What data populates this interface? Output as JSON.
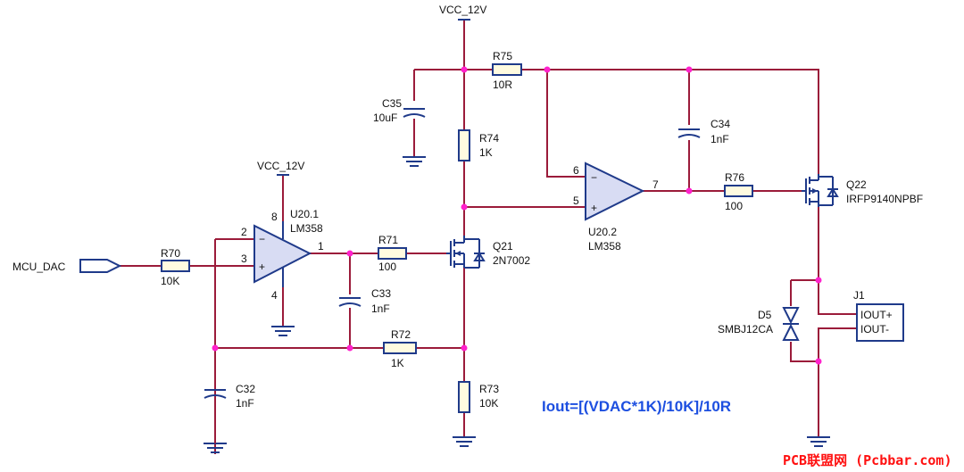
{
  "power": {
    "vcc_top": "VCC_12V",
    "vcc_left": "VCC_12V"
  },
  "net": {
    "mcu_dac": "MCU_DAC"
  },
  "resistors": {
    "r70": {
      "ref": "R70",
      "val": "10K"
    },
    "r71": {
      "ref": "R71",
      "val": "100"
    },
    "r72": {
      "ref": "R72",
      "val": "1K"
    },
    "r73": {
      "ref": "R73",
      "val": "10K"
    },
    "r74": {
      "ref": "R74",
      "val": "1K"
    },
    "r75": {
      "ref": "R75",
      "val": "10R"
    },
    "r76": {
      "ref": "R76",
      "val": "100"
    }
  },
  "capacitors": {
    "c32": {
      "ref": "C32",
      "val": "1nF"
    },
    "c33": {
      "ref": "C33",
      "val": "1nF"
    },
    "c34": {
      "ref": "C34",
      "val": "1nF"
    },
    "c35": {
      "ref": "C35",
      "val": "10uF"
    }
  },
  "opamps": {
    "u20_1": {
      "ref": "U20.1",
      "part": "LM358",
      "pin_in_neg": "2",
      "pin_in_pos": "3",
      "pin_out": "1",
      "pin_vcc": "8",
      "pin_gnd": "4"
    },
    "u20_2": {
      "ref": "U20.2",
      "part": "LM358",
      "pin_in_neg": "6",
      "pin_in_pos": "5",
      "pin_out": "7"
    }
  },
  "transistors": {
    "q21": {
      "ref": "Q21",
      "part": "2N7002"
    },
    "q22": {
      "ref": "Q22",
      "part": "IRFP9140NPBF"
    }
  },
  "diode": {
    "ref": "D5",
    "part": "SMBJ12CA"
  },
  "connector": {
    "ref": "J1",
    "pin1": "IOUT+",
    "pin2": "IOUT-"
  },
  "formula": "Iout=[(VDAC*1K)/10K]/10R",
  "watermark": "PCB联盟网 (Pcbbar.com)",
  "colors": {
    "wire": "#9b1b3a",
    "body": "#1f3a8a",
    "junction": "#ff22cc",
    "formula": "#1d4fe0",
    "watermark": "#ff1010"
  }
}
